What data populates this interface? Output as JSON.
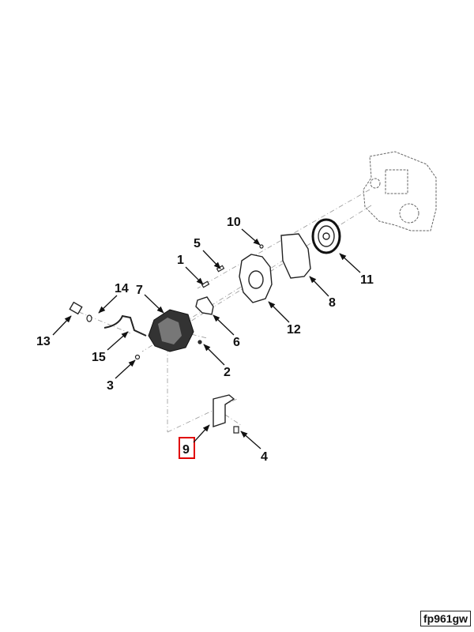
{
  "figure_id": "fp961gw",
  "highlighted_callout": "9",
  "highlight_color": "#e00000",
  "callouts": {
    "c1": "1",
    "c2": "2",
    "c3": "3",
    "c4": "4",
    "c5": "5",
    "c6": "6",
    "c7": "7",
    "c8": "8",
    "c9": "9",
    "c10": "10",
    "c11": "11",
    "c12": "12",
    "c13": "13",
    "c14": "14",
    "c15": "15"
  }
}
